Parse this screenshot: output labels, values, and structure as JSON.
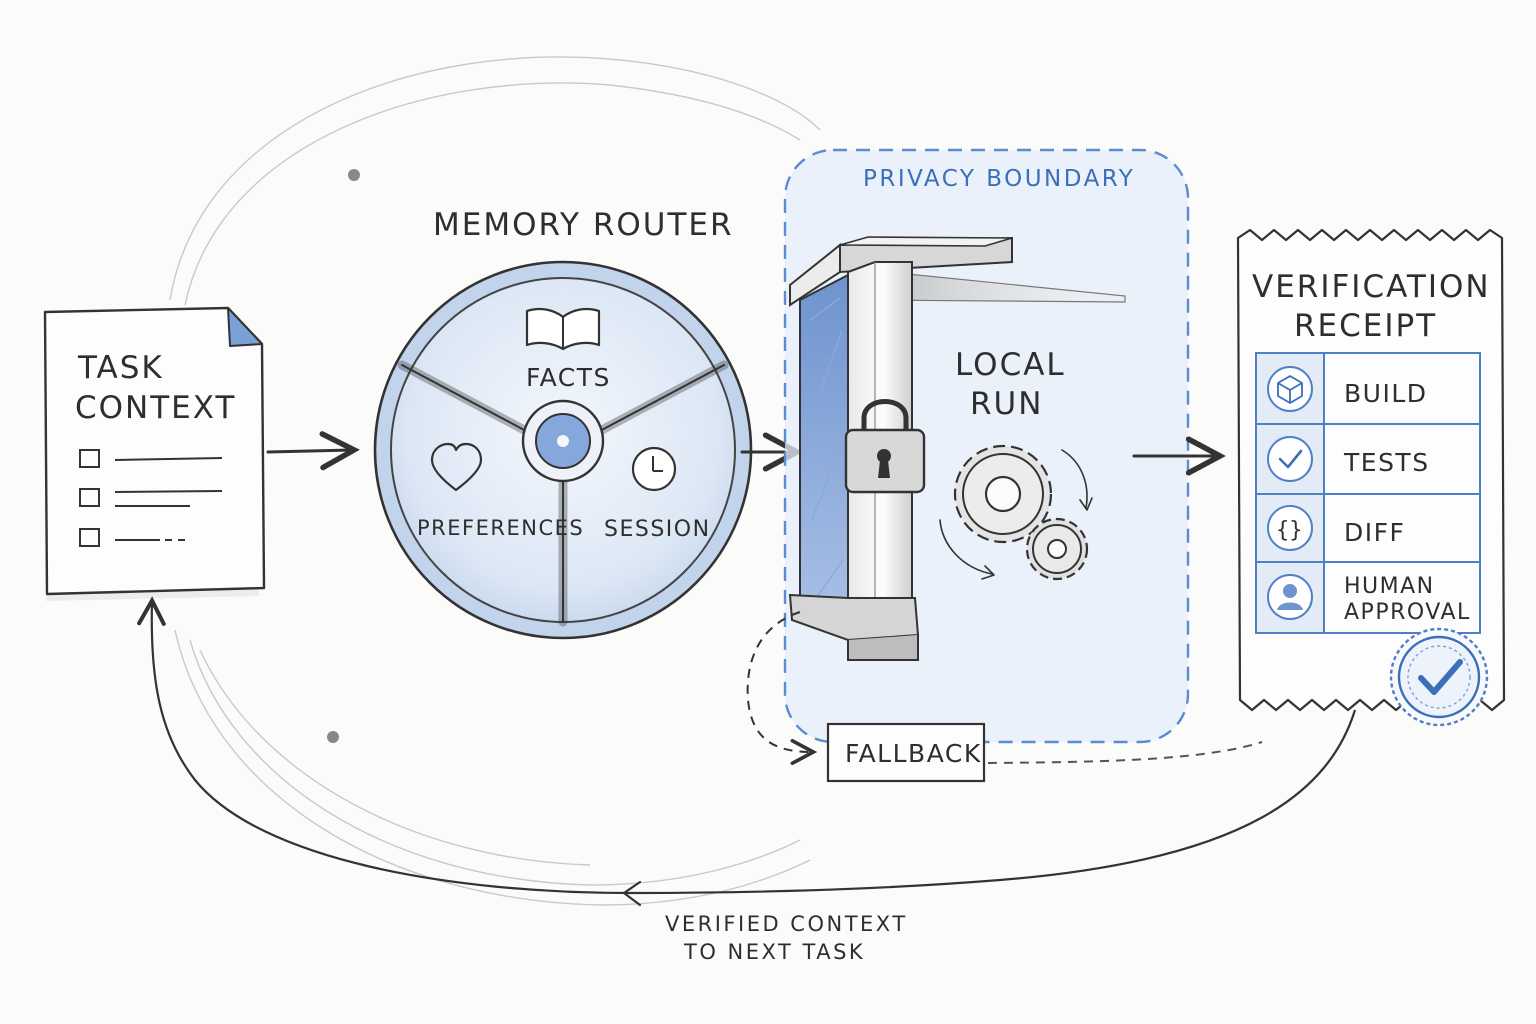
{
  "task_context": {
    "title_line1": "TASK",
    "title_line2": "CONTEXT"
  },
  "memory_router": {
    "title": "MEMORY ROUTER",
    "segments": {
      "facts": "FACTS",
      "preferences": "PREFERENCES",
      "session": "SESSION"
    }
  },
  "privacy_boundary": {
    "label": "PRIVACY BOUNDARY",
    "local_run_line1": "LOCAL",
    "local_run_line2": "RUN"
  },
  "fallback": {
    "label": "FALLBACK"
  },
  "verification_receipt": {
    "title_line1": "VERIFICATION",
    "title_line2": "RECEIPT",
    "rows": [
      {
        "label": "BUILD",
        "icon": "cube-icon"
      },
      {
        "label": "TESTS",
        "icon": "check-icon"
      },
      {
        "label": "DIFF",
        "icon": "braces-icon"
      },
      {
        "label_line1": "HUMAN",
        "label_line2": "APPROVAL",
        "icon": "person-icon"
      }
    ]
  },
  "loop_label": {
    "line1": "VERIFIED CONTEXT",
    "line2": "TO NEXT TASK"
  },
  "colors": {
    "accent_blue": "#3b6fb8",
    "light_blue": "#dbe6f5",
    "ink": "#2e2e2e"
  }
}
